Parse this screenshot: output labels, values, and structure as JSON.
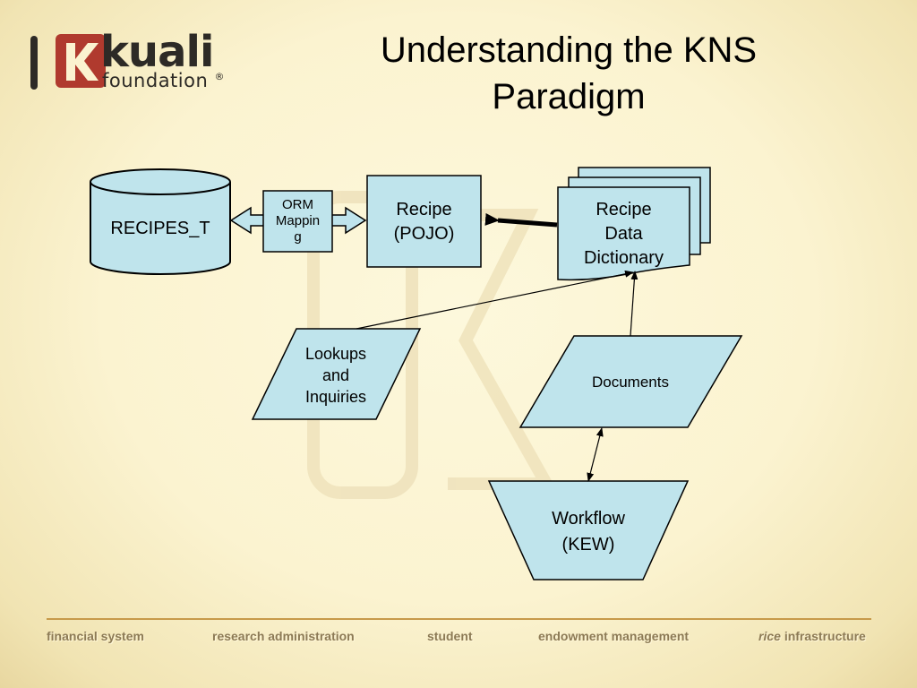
{
  "title": {
    "line1": "Understanding the KNS",
    "line2": "Paradigm"
  },
  "logo": {
    "word": "kuali",
    "sub": "foundation",
    "reg": "®"
  },
  "diagram": {
    "recipes_t": "RECIPES_T",
    "orm": [
      "ORM",
      "Mappin",
      "g"
    ],
    "pojo": [
      "Recipe",
      "(POJO)"
    ],
    "dictionary": [
      "Recipe",
      "Data",
      "Dictionary"
    ],
    "lookups": [
      "Lookups",
      "and",
      "Inquiries"
    ],
    "documents": "Documents",
    "workflow": [
      "Workflow",
      "(KEW)"
    ]
  },
  "footer": {
    "financial": "financial system",
    "research": "research administration",
    "student": "student",
    "endowment": "endowment management",
    "rice_em": "rice",
    "rice_rest": "infrastructure"
  },
  "colors": {
    "shape_fill": "#bfe4ec",
    "accent_line": "#c79a4a",
    "logo_red": "#b03a2e"
  }
}
